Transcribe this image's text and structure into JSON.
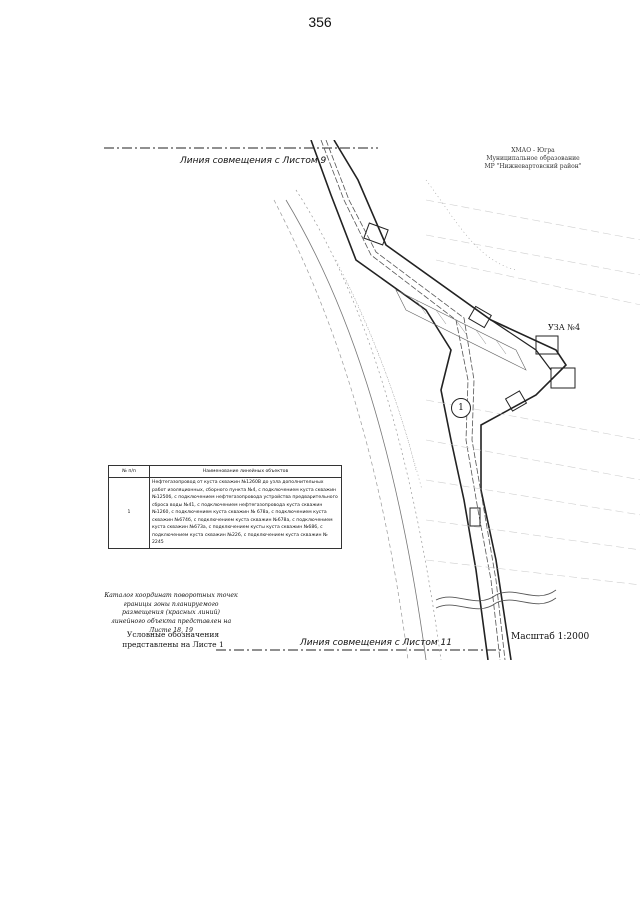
{
  "page": {
    "number": "356"
  },
  "map": {
    "match_line_top": "Линия совмещения с Листом 9",
    "match_line_bottom": "Линия совмещения с Листом 11",
    "region": [
      "ХМАО - Югра",
      "Муниципальное образование",
      "МР \"Нижневартовский район\""
    ],
    "node_label": "УЗА №4",
    "marker": "1",
    "scale": "Масштаб 1:2000"
  },
  "objects_table": {
    "headers": [
      "№ п/п",
      "Наименование линейных объектов"
    ],
    "rows": [
      {
        "num": "1",
        "name": "Нефтегазопровод от куста скважин №1260В до узла дополнительных работ изоляционных, сборного пункта №4, с подключением куста скважин №1250б, с подключением нефтегазопровода устройства предварительного сброса воды №41, с подключением нефтегазопровода куста скважин №1260, с подключением куста скважин № 678а, с подключением куста скважин №674б, с подключением куста скважин №678а, с подключением куста скважин №673а, с подключением кусты куста скважин №686, с подключением куста скважин №226, с подключением куста скважин № 2245"
      }
    ]
  },
  "notes": {
    "coordinates": "Каталог координат поворотных точек границы зоны планируемого размещения (красных линий) линейного объекта представлен на Листе 18, 19",
    "legend": "Условные обозначения представлены на Листе 1"
  }
}
